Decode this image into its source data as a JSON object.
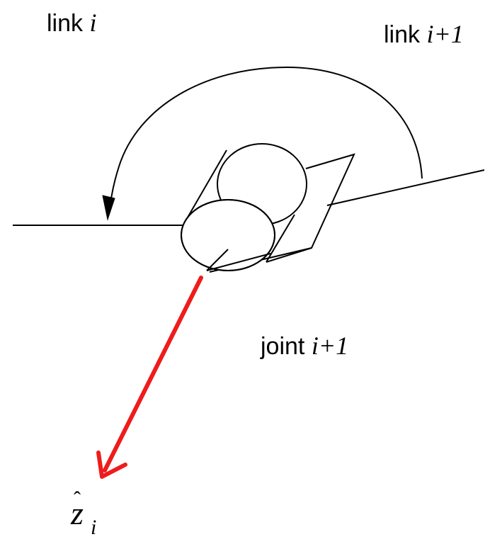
{
  "labels": {
    "link_i": {
      "word": "link",
      "var": "i"
    },
    "link_i1": {
      "word": "link",
      "var": "i+1"
    },
    "joint": {
      "word": "joint",
      "var": "i+1"
    },
    "axis": {
      "hat": "ˆ",
      "symbol": "z",
      "subscript": "i"
    }
  },
  "colors": {
    "line": "#000000",
    "axis_arrow": "#ee1c1c"
  }
}
